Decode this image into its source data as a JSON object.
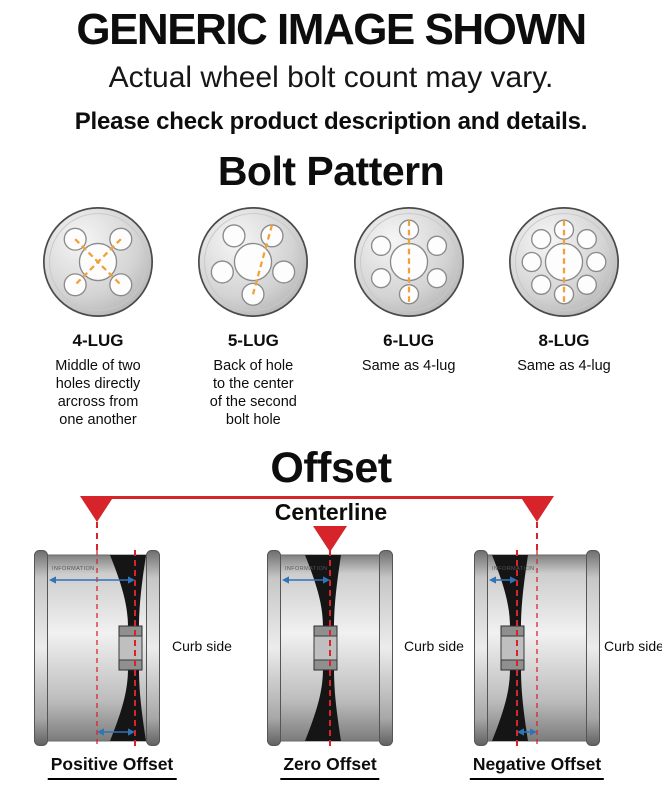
{
  "header": {
    "title": "GENERIC IMAGE SHOWN",
    "subtitle": "Actual wheel bolt count may vary.",
    "note": "Please check product description and details."
  },
  "bolt_pattern": {
    "title": "Bolt Pattern",
    "items": [
      {
        "label": "4-LUG",
        "lugs": 4,
        "description": "Middle of two\nholes directly\narcross from\none another"
      },
      {
        "label": "5-LUG",
        "lugs": 5,
        "description": "Back of hole\nto the center\nof the second\nbolt hole"
      },
      {
        "label": "6-LUG",
        "lugs": 6,
        "description": "Same as 4-lug"
      },
      {
        "label": "8-LUG",
        "lugs": 8,
        "description": "Same as 4-lug"
      }
    ]
  },
  "offset": {
    "title": "Offset",
    "centerline_label": "Centerline",
    "curb_side_label": "Curb side",
    "rim_watermark": "INFORMATION",
    "items": [
      {
        "label": "Positive Offset",
        "face_fraction": 0.8
      },
      {
        "label": "Zero Offset",
        "face_fraction": 0.5
      },
      {
        "label": "Negative Offset",
        "face_fraction": 0.34
      }
    ]
  },
  "colors": {
    "accent_red": "#d7232a",
    "dash_orange": "#f0a23a",
    "arrow_blue": "#2f74b5"
  }
}
